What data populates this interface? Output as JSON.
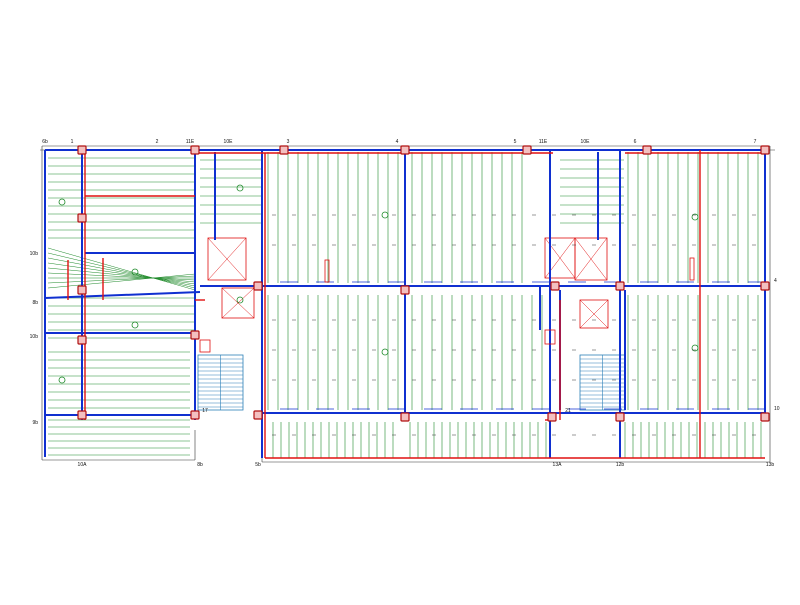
{
  "colors": {
    "background": "#ffffff",
    "joist": "#1f8a2a",
    "beam": "#1030d0",
    "rebar": "#e01010",
    "column": "#b01010",
    "grid": "#111111",
    "stair": "#2b7fb8",
    "outline": "#333333"
  },
  "grid_labels_top": [
    "6b",
    "1",
    "2",
    "11E",
    "10E",
    "3",
    "4",
    "5",
    "11E",
    "10E",
    "6",
    "7"
  ],
  "grid_labels_left": [
    "10b",
    "8b",
    "10b",
    "9b"
  ],
  "grid_labels_bottom": [
    "10A",
    "5b",
    "8b",
    "13A",
    "12b",
    "13b"
  ],
  "grid_labels_right": [
    "4",
    "10"
  ],
  "stair_notes": [
    "17",
    "21"
  ],
  "icons": [
    "column-marker-icon",
    "slab-tag-icon",
    "elevator-shaft-icon",
    "stair-flight-icon"
  ]
}
